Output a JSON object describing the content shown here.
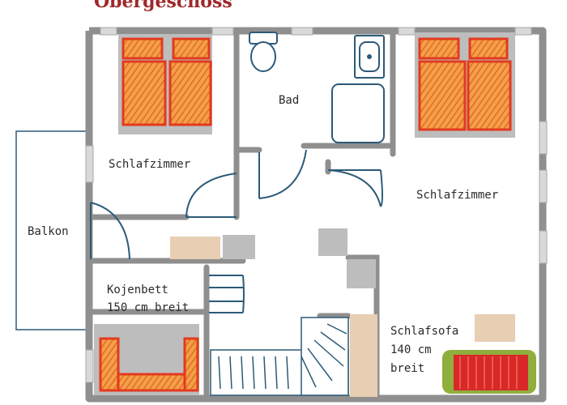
{
  "title": "Obergeschoss",
  "rooms": {
    "bedroom_left": "Schlafzimmer",
    "bathroom": "Bad",
    "bedroom_right": "Schlafzimmer",
    "balcony": "Balkon"
  },
  "bunk_bed": {
    "line1": "Kojenbett",
    "line2": "150 cm breit"
  },
  "sofa_bed": {
    "line1": "Schlafsofa",
    "line2": "140 cm",
    "line3": "breit"
  },
  "colors": {
    "wall": "#8f8f8f",
    "window": "#d9d9d9",
    "door": "#2c5a78",
    "bed_fill": "#e8862a",
    "bed_border": "#e23a1e",
    "sofa": "#d8282a",
    "sofa_frame": "#8fae3c",
    "wood": "#e8ceb2",
    "title": "#a0282a"
  }
}
